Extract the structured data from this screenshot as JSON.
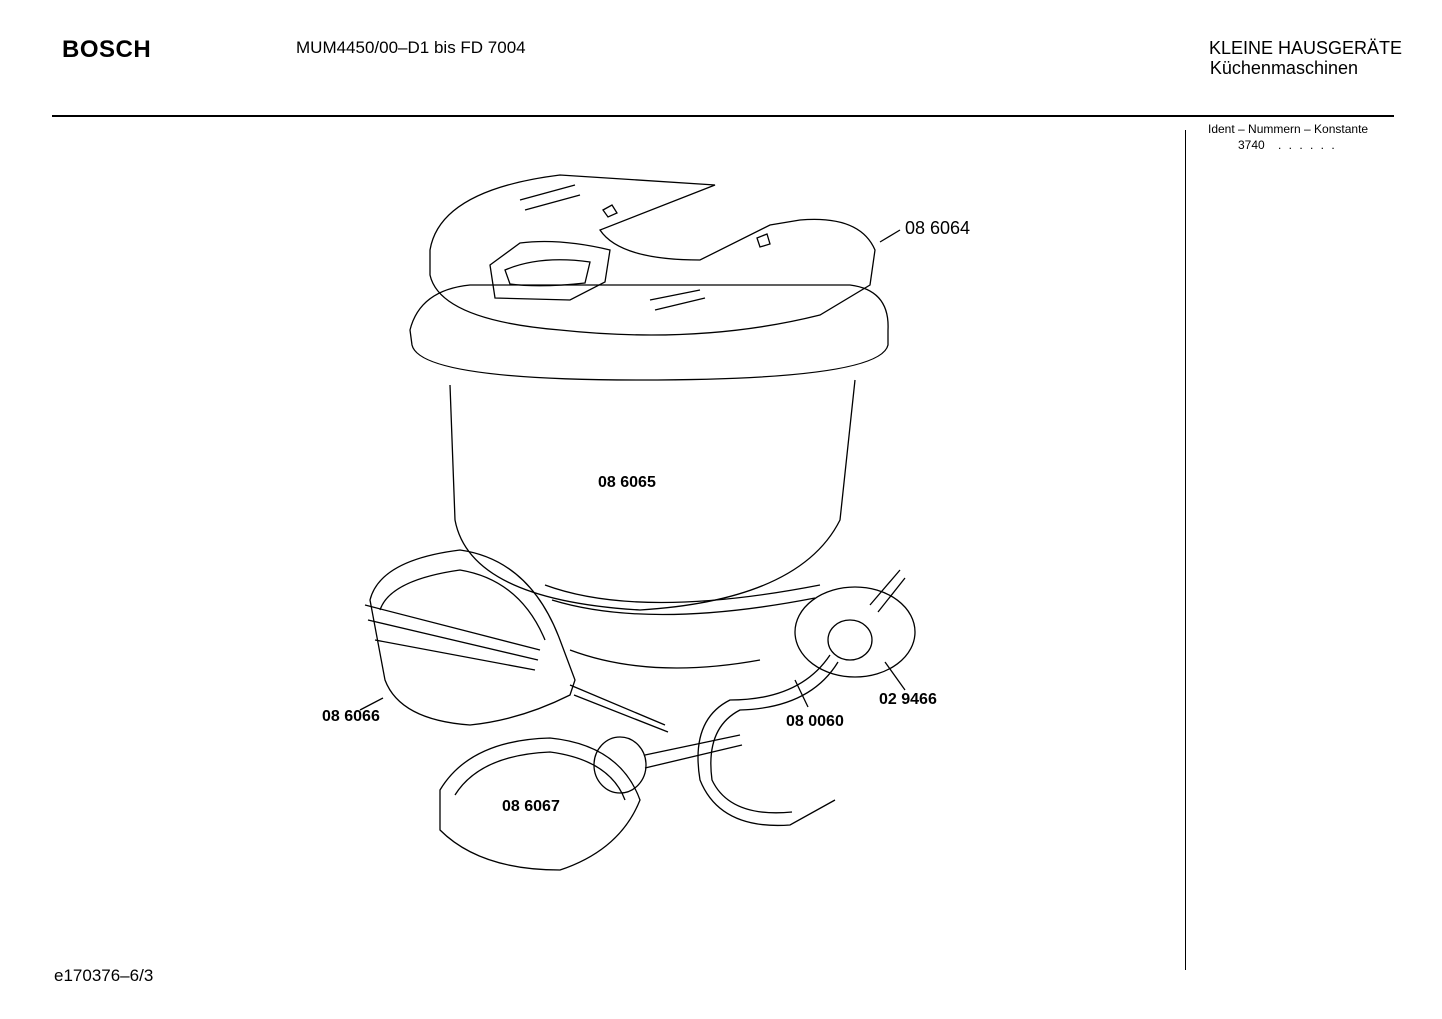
{
  "header": {
    "brand": "BOSCH",
    "model_range": "MUM4450/00–D1 bis FD 7004",
    "category_line1": "KLEINE HAUSGERÄTE",
    "category_line2": "Küchenmaschinen"
  },
  "ident": {
    "title": "Ident – Nummern – Konstante",
    "code": "3740",
    "dots": ". .  . . . ."
  },
  "parts": {
    "lid": "08 6064",
    "bowl": "08 6065",
    "whisk": "08 6066",
    "kneader": "08 6067",
    "mixer": "08 0060",
    "disc": "02 9466"
  },
  "footer": {
    "doc_id": "e170376–6/3"
  }
}
